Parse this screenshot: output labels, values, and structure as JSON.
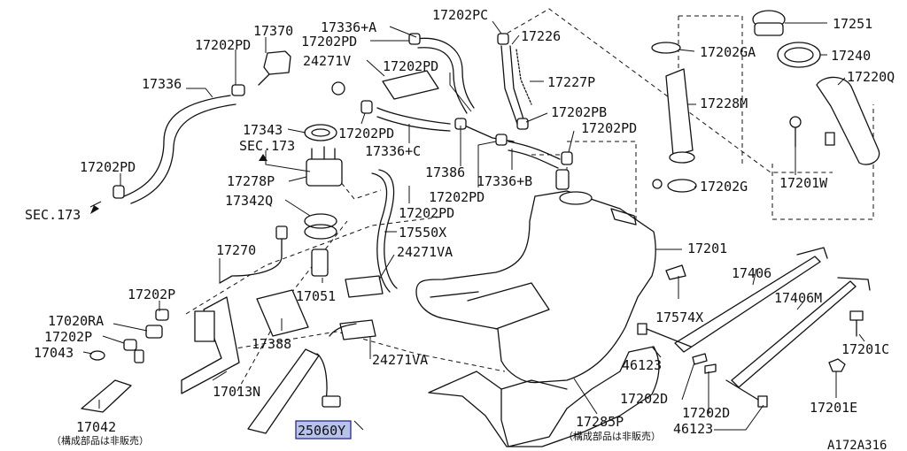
{
  "labels": {
    "p17370": "17370",
    "p17202PD_a": "17202PD",
    "p17336": "17336",
    "p17202PD_b": "17202PD",
    "sec173_a": "SEC.173",
    "p17343": "17343",
    "sec173_b": "SEC.173",
    "p17278P": "17278P",
    "p17342Q": "17342Q",
    "p17270": "17270",
    "p17202P_a": "17202P",
    "p17020RA": "17020RA",
    "p17202P_b": "17202P",
    "p17043": "17043",
    "p17042": "17042",
    "note_a": "（構成部品は非販売）",
    "p17013N": "17013N",
    "p17388": "17388",
    "p17051": "17051",
    "p25060Y": "25060Y",
    "p17336A": "17336+A",
    "p17202PD_c": "17202PD",
    "p24271V": "24271V",
    "p17202PD_d": "17202PD",
    "p17202PD_e": "17202PD",
    "p17336C": "17336+C",
    "p17386": "17386",
    "p17202PD_f": "17202PD",
    "p17202PD_g": "17202PD",
    "p17550X": "17550X",
    "p24271VA_a": "24271VA",
    "p24271VA_b": "24271VA",
    "p17202PC": "17202PC",
    "p17226": "17226",
    "p17227P": "17227P",
    "p17202PB": "17202PB",
    "p17202PD_h": "17202PD",
    "p17336B": "17336+B",
    "p17228M": "17228M",
    "p17202GA": "17202GA",
    "p17202G": "17202G",
    "p17251": "17251",
    "p17240": "17240",
    "p17220Q": "17220Q",
    "p17201W": "17201W",
    "p17201": "17201",
    "p17574X": "17574X",
    "p17406": "17406",
    "p17406M": "17406M",
    "p46123_a": "46123",
    "p17202D_a": "17202D",
    "p17202D_b": "17202D",
    "p46123_b": "46123",
    "p17285P": "17285P",
    "note_b": "（構成部品は非販売）",
    "p17201C": "17201C",
    "p17201E": "17201E",
    "drawing_code": "A172A316"
  }
}
